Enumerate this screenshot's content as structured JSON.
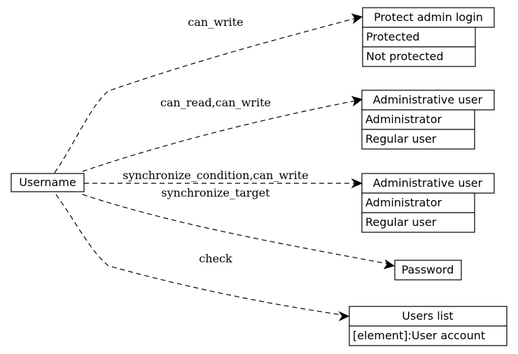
{
  "source_node": {
    "label": "Username"
  },
  "nodes": {
    "protect_admin_login": {
      "title": "Protect admin login",
      "rows": [
        "Protected",
        "Not protected"
      ]
    },
    "administrative_user_1": {
      "title": "Administrative user",
      "rows": [
        "Administrator",
        "Regular user"
      ]
    },
    "administrative_user_2": {
      "title": "Administrative user",
      "rows": [
        "Administrator",
        "Regular user"
      ]
    },
    "password": {
      "title": "Password"
    },
    "users_list": {
      "title": "Users list",
      "rows": [
        "[element]:User account"
      ]
    }
  },
  "edges": {
    "to_protect_admin_login": "can_write",
    "to_administrative_user_1": "can_read,can_write",
    "to_administrative_user_2": "synchronize_condition,can_write",
    "to_password": "synchronize_target",
    "to_users_list": "check"
  }
}
